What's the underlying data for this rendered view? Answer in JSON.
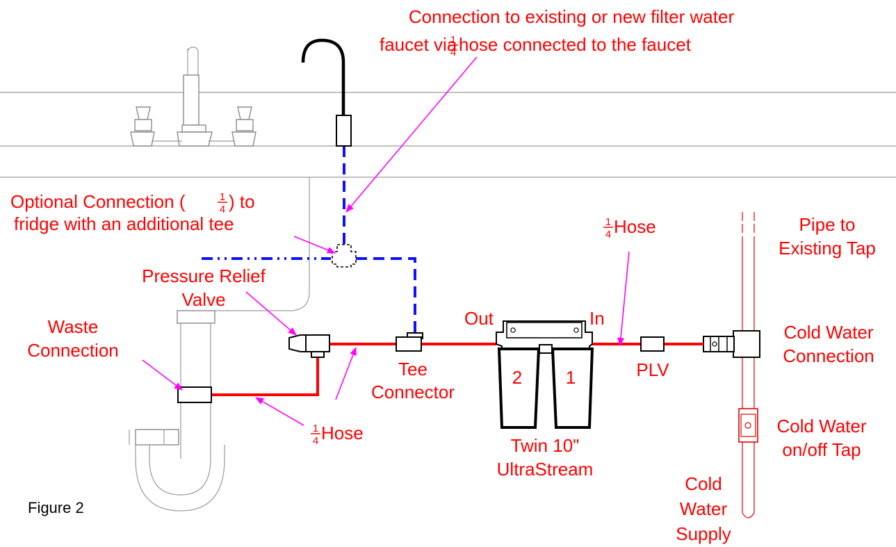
{
  "figure_caption": "Figure 2",
  "colors": {
    "label_text": "#ff0000",
    "supply_hose": "#ff0000",
    "filtered_line": "#1010ff",
    "leader_arrows": "#ff00ff",
    "fixtures": "#9a9a9a"
  },
  "labels": {
    "faucet_connection": [
      "Connection to existing or new filter water",
      "faucet via ",
      " hose connected to the faucet"
    ],
    "optional_connection": [
      "Optional Connection (",
      ") to",
      "fridge with an additional tee"
    ],
    "pressure_relief_valve": [
      "Pressure Relief",
      "Valve"
    ],
    "waste_connection": [
      "Waste",
      "Connection"
    ],
    "tee_connector": [
      "Tee",
      "Connector"
    ],
    "hose_bottom": " Hose",
    "hose_top": " Hose",
    "out": "Out",
    "in": "In",
    "pipe_to_tap": [
      "Pipe to",
      "Existing Tap"
    ],
    "cold_water_connection": [
      "Cold Water",
      "Connection"
    ],
    "plv": "PLV",
    "cold_water_tap": [
      "Cold Water",
      "on/off  Tap"
    ],
    "cold_water_supply": [
      "Cold",
      "Water",
      "Supply"
    ],
    "filter_unit": [
      "Twin 10\"",
      "UltraStream"
    ],
    "housing_2": "2",
    "housing_1": "1",
    "fraction": {
      "numerator": "1",
      "denominator": "4"
    }
  },
  "icons": [
    "faucet-icon",
    "sink-tap-icon",
    "p-trap-icon",
    "twin-filter-housing-icon",
    "tee-fitting-icon",
    "pressure-relief-valve-icon",
    "plv-icon",
    "tap-valve-icon"
  ]
}
